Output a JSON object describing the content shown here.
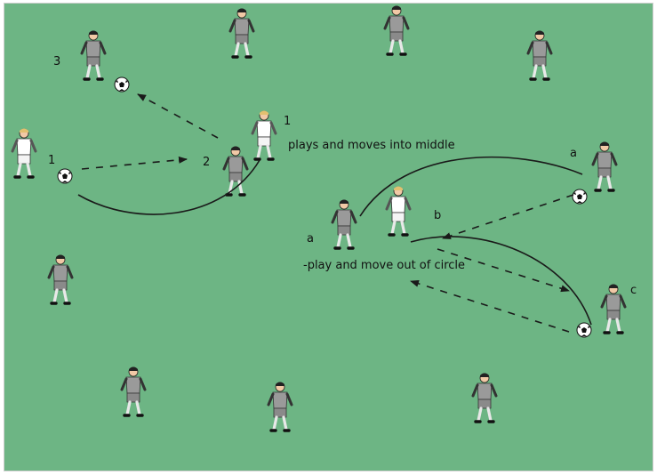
{
  "colors": {
    "field": "#6db584",
    "player_dark": "#9a9a9a",
    "player_light": "#ffffff",
    "skin": "#f1c9a6",
    "line": "#1a1a1a"
  },
  "labels": {
    "outer_1": "1",
    "outer_3": "3",
    "receiver_2": "2",
    "center_1": "1",
    "note_middle": "plays and moves into middle",
    "right_a": "a",
    "center_b": "b",
    "center_a": "a",
    "note_out": "-play and move out of circle",
    "right_c": "c"
  },
  "icons": [
    "soccer-ball-icon",
    "player-icon",
    "pass-arrow-icon",
    "run-path-icon"
  ]
}
